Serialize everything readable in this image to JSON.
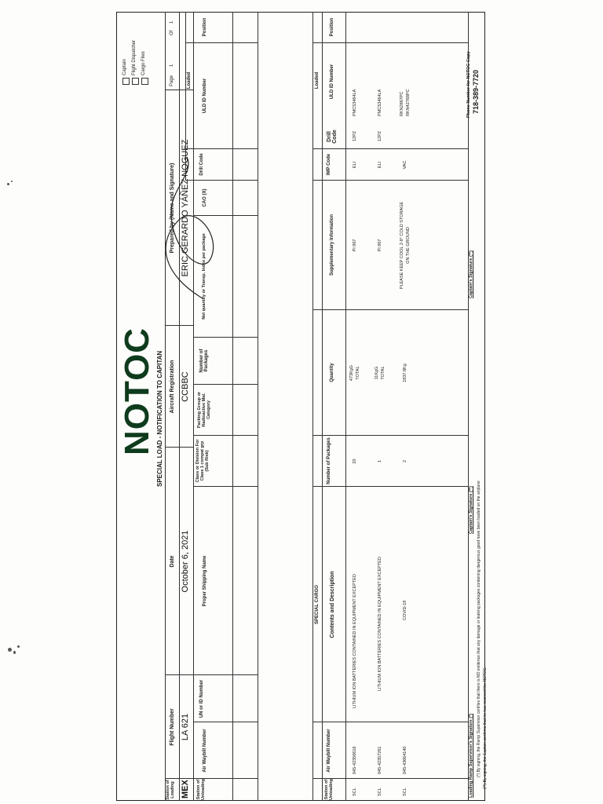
{
  "title": "NOTOC",
  "subtitle": "SPECIAL LOAD - NOTIFICATION TO CAPITAN",
  "header": {
    "station_of_loading_label": "Station of Loading",
    "station_of_loading": "MEX",
    "flight_number_label": "Flight Number",
    "flight_number": "LA 621",
    "date_label": "Date",
    "date": "October 6, 2021",
    "aircraft_registration_label": "Aircraft Registration",
    "aircraft_registration": "CCBBC",
    "prepared_by_label": "Prepared by (Name and Signature)",
    "prepared_by": "ERIC GERARDO YÁÑEZ NOGUEZ",
    "copies": [
      "Captain",
      "Flight Dispatcher",
      "Cargo Files"
    ],
    "page_label": "Page",
    "page_number": "1",
    "of_label": "Of",
    "page_total": "1"
  },
  "dg_table": {
    "loaded_label": "Loaded",
    "columns": [
      "Station of Unloading",
      "Air Waybill Number",
      "UN or ID Number",
      "Proper Shipping Name",
      "Class or Division For Class 1 compat grp (Sub Risk)",
      "Packing Group or Radioactive Mat. Category",
      "Number of Packages",
      "Net quantity or Transp. Index per package",
      "CAO (X)",
      "Drill Code",
      "ULD ID Number",
      "Position"
    ]
  },
  "special_cargo": {
    "section_label": "SPECIAL CARGO",
    "loaded_label": "Loaded",
    "columns": [
      "Station of Unloading",
      "Air Waybill Number",
      "Contents and Description",
      "Number of Packages",
      "Quantity",
      "Supplementary Information",
      "IMP Code",
      "Drill Code",
      "ULD ID Number",
      "Position"
    ],
    "rows": [
      {
        "station": "SCL",
        "awb": "045-42356616",
        "contents": "LITHIUM ION BATTERIES CONTAINED IN EQUIPMENT EXCEPTED",
        "packages": "20",
        "quantity": "473KgG",
        "quantity2": "TOTAL",
        "supp": "PI 967",
        "supp2": "",
        "imp": "ELI",
        "drill": "12PZ",
        "uld": "PMC53464LA",
        "uld2": ""
      },
      {
        "station": "SCL",
        "awb": "045-42357261",
        "contents": "LITHIUM ION BATTERIES CONTAINED IN EQUIPMENT EXCEPTED",
        "packages": "1",
        "quantity": "11KgG",
        "quantity2": "TOTAL",
        "supp": "PI 967",
        "supp2": "",
        "imp": "ELI",
        "drill": "12PZ",
        "uld": "PMC53464LA",
        "uld2": ""
      },
      {
        "station": "SCL",
        "awb": "045-43664140",
        "contents": "COVID-19",
        "packages": "2",
        "quantity": "1837.8Kg",
        "quantity2": "",
        "supp": "PLEASE KEEP COOL 2-8° COLD STORAGE",
        "supp2": "ON THE GROUND",
        "imp": "VAC",
        "drill": "",
        "uld": "RKN2867PC",
        "uld2": "RKN42768PC"
      }
    ]
  },
  "signatures": {
    "ramp_label": "Loading Ramp Supervisor's Signature (*)",
    "captain_label": "Captain's Signature (**)",
    "captain_label2": "Captain's Signature (**)",
    "phone_label": "Phone Number for NOTOC Copy",
    "phone": "718-389-7720"
  },
  "footnotes": [
    "(*) By signing, the Ramp Supervisor certifies that there is NO evidence that any damage or leaking packages containing dangerous good have been loaded on the airplane",
    "(**) By signing, the Captain confirms that he has received the NOTOC."
  ]
}
